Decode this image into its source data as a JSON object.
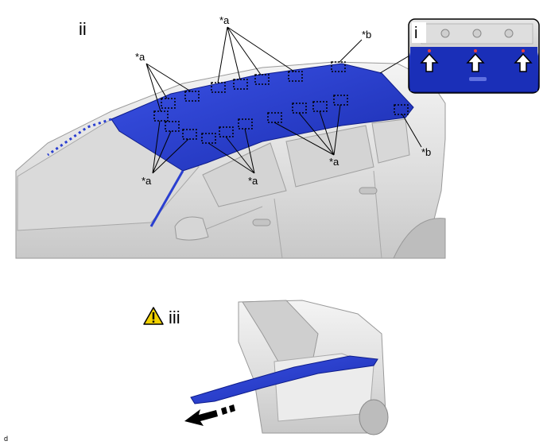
{
  "labels": {
    "step_ii": "ii",
    "step_i": "i",
    "step_iii": "iii",
    "footer_code": "d",
    "clip_a": "*a",
    "clip_b": "*b"
  },
  "icons": {
    "warning": "warning-triangle-icon",
    "arrow_up": "arrow-up-icon",
    "direction_arrow": "removal-direction-arrow-icon"
  },
  "colors": {
    "headliner_blue": "#2a3fd0",
    "inset_blue": "#1a2fb8",
    "warning_yellow": "#f2d200",
    "car_gray": "#e3e3e3"
  }
}
